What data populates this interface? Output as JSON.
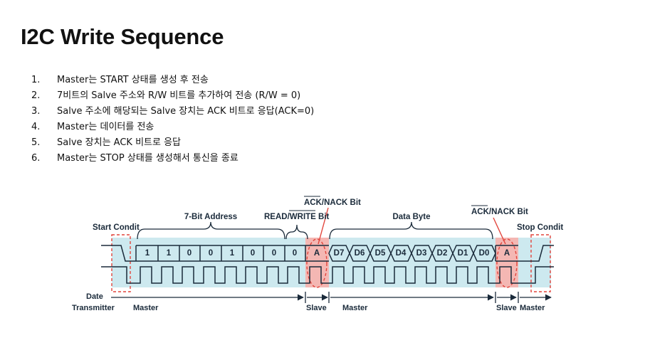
{
  "title": "I2C Write Sequence",
  "steps": [
    {
      "num": "1.",
      "text": "Master는 START 상태를 생성 후 전송"
    },
    {
      "num": "2.",
      "text": "7비트의 Salve  주소와 R/W 비트를 추가하여 전송 (R/W = 0)"
    },
    {
      "num": "3.",
      "text": "Salve 주소에 해당되는 Salve 장치는 ACK 비트로 응답(ACK=0)"
    },
    {
      "num": "4.",
      "text": "Master는 데이터를 전송"
    },
    {
      "num": "5.",
      "text": "Salve 장치는 ACK 비트로 응답"
    },
    {
      "num": "6.",
      "text": "Master는 STOP 상태를 생성해서 통신을 종료"
    }
  ],
  "diagram": {
    "start_label": "Start Condit",
    "stop_label": "Stop Condit",
    "address_label": "7-Bit Address",
    "rw_label_read": "READ/",
    "rw_label_write": "WRITE",
    "rw_label_bit": " Bit",
    "ack_label_1": "ACK",
    "ack_label_2": "/NACK Bit",
    "data_label": "Data Byte",
    "address_bits": [
      "1",
      "1",
      "0",
      "0",
      "1",
      "0",
      "0",
      "0"
    ],
    "ack_symbol": "A",
    "data_bits": [
      "D7",
      "D6",
      "D5",
      "D4",
      "D3",
      "D2",
      "D1",
      "D0"
    ],
    "row_label_1": "Date",
    "row_label_2": "Transmitter",
    "master_label": "Master",
    "slave_label": "Slave",
    "colors": {
      "highlight": "#cde9ef",
      "ack_fill": "#f4b7b3",
      "red": "#e2453c",
      "line": "#1a2a3a"
    }
  }
}
